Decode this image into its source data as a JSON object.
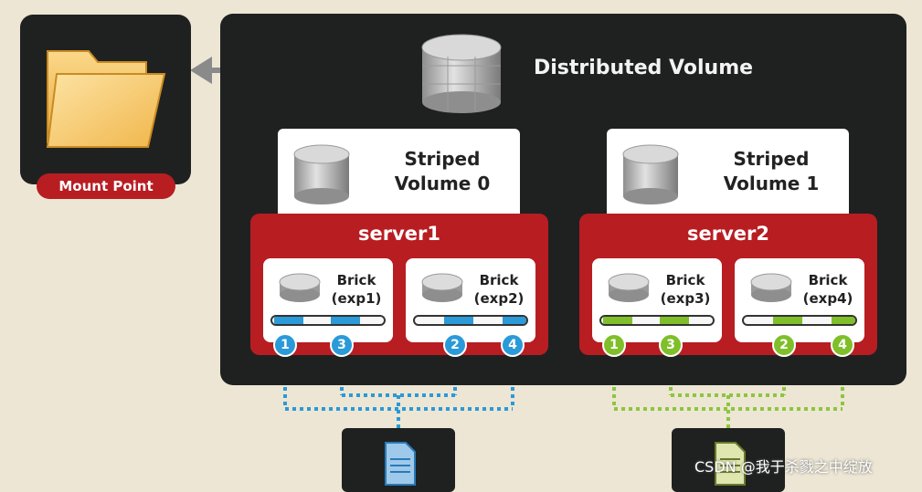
{
  "mount_point": {
    "label": "Mount Point",
    "icon": "folder-icon"
  },
  "distributed_volume": {
    "title": "Distributed Volume",
    "icon": "database-icon"
  },
  "striped_volumes": [
    {
      "line1": "Striped",
      "line2": "Volume 0"
    },
    {
      "line1": "Striped",
      "line2": "Volume 1"
    }
  ],
  "servers": [
    {
      "name": "server1",
      "accent": "#2a9ad8",
      "bricks": [
        {
          "line1": "Brick",
          "line2": "(exp1)",
          "chunks": [
            "1",
            "3"
          ]
        },
        {
          "line1": "Brick",
          "line2": "(exp2)",
          "chunks": [
            "2",
            "4"
          ]
        }
      ]
    },
    {
      "name": "server2",
      "accent": "#7fbf2a",
      "bricks": [
        {
          "line1": "Brick",
          "line2": "(exp3)",
          "chunks": [
            "1",
            "3"
          ]
        },
        {
          "line1": "Brick",
          "line2": "(exp4)",
          "chunks": [
            "2",
            "4"
          ]
        }
      ]
    }
  ],
  "colors": {
    "panel": "#1f2121",
    "server_red": "#b81d22",
    "background": "#ede6d4"
  },
  "watermark": "CSDN @我于杀戮之中绽放"
}
